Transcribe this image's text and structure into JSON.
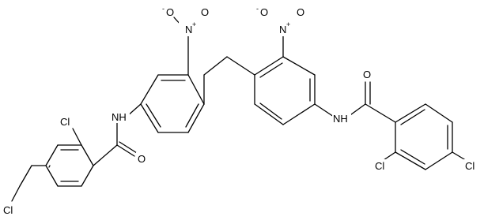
{
  "molecule": {
    "atom_labels": {
      "nh_left": "NH",
      "nh_right": "NH",
      "o_carbonyl_left": "O",
      "o_carbonyl_right": "O",
      "n_nitro_left": "N",
      "n_nitro_right": "N",
      "o_nitro_left_minus": "O",
      "o_nitro_left_dbl": "O",
      "o_nitro_right_minus": "O",
      "o_nitro_right_dbl": "O",
      "cl_left_ortho": "Cl",
      "cl_left_para": "Cl",
      "cl_right_ortho": "Cl",
      "cl_right_para": "Cl"
    },
    "charges": {
      "nitro_n_left": "+",
      "nitro_n_right": "+",
      "nitro_o_left": "-",
      "nitro_o_right": "-"
    },
    "colors": {
      "bond": "#000000",
      "text": "#000000",
      "background": "#ffffff"
    }
  }
}
